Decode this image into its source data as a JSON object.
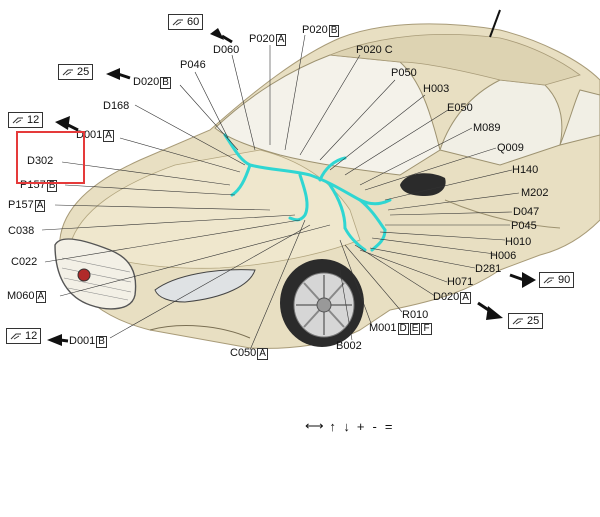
{
  "labels": [
    {
      "id": "D060",
      "text": "D060"
    },
    {
      "id": "P020A",
      "text": "P020",
      "tag": "A"
    },
    {
      "id": "P020B",
      "text": "P020",
      "tag": "B"
    },
    {
      "id": "P020C",
      "text": "P020",
      "tag": "C"
    },
    {
      "id": "P046",
      "text": "P046"
    },
    {
      "id": "D020B",
      "text": "D020",
      "tag": "B"
    },
    {
      "id": "D168",
      "text": "D168"
    },
    {
      "id": "P050",
      "text": "P050"
    },
    {
      "id": "H003",
      "text": "H003"
    },
    {
      "id": "E050",
      "text": "E050"
    },
    {
      "id": "M089",
      "text": "M089"
    },
    {
      "id": "Q009",
      "text": "Q009"
    },
    {
      "id": "D001A",
      "text": "D001",
      "tag": "A"
    },
    {
      "id": "D302",
      "text": "D302"
    },
    {
      "id": "P157B",
      "text": "P157",
      "tag": "B"
    },
    {
      "id": "P157A",
      "text": "P157",
      "tag": "A"
    },
    {
      "id": "H140",
      "text": "H140"
    },
    {
      "id": "M202",
      "text": "M202"
    },
    {
      "id": "D047",
      "text": "D047"
    },
    {
      "id": "P045",
      "text": "P045"
    },
    {
      "id": "C038",
      "text": "C038"
    },
    {
      "id": "H010",
      "text": "H010"
    },
    {
      "id": "H006",
      "text": "H006"
    },
    {
      "id": "C022",
      "text": "C022"
    },
    {
      "id": "D281",
      "text": "D281"
    },
    {
      "id": "H071",
      "text": "H071"
    },
    {
      "id": "M060A",
      "text": "M060",
      "tag": "A"
    },
    {
      "id": "D020A",
      "text": "D020",
      "tag": "A"
    },
    {
      "id": "R010",
      "text": "R010"
    },
    {
      "id": "M001",
      "text": "M001",
      "tags": [
        "D",
        "E",
        "F"
      ]
    },
    {
      "id": "D001B",
      "text": "D001",
      "tag": "B"
    },
    {
      "id": "B002",
      "text": "B002"
    },
    {
      "id": "C050A",
      "text": "C050",
      "tag": "A"
    }
  ],
  "refs": [
    {
      "id": "r60",
      "text": "60"
    },
    {
      "id": "r25a",
      "text": "25"
    },
    {
      "id": "r12a",
      "text": "12"
    },
    {
      "id": "r90",
      "text": "90"
    },
    {
      "id": "r25b",
      "text": "25"
    },
    {
      "id": "r12b",
      "text": "12"
    }
  ],
  "nav": {
    "pan": "⟷",
    "up": "↑",
    "down": "↓",
    "zoom_in": "+",
    "zoom_out": "-",
    "fit": "="
  },
  "colors": {
    "car_body": "#e8dfc2",
    "car_shadow": "#c9bd98",
    "harness": "#2fd6d2",
    "highlight": "#e53a3a",
    "tire": "#2b2b2b"
  }
}
